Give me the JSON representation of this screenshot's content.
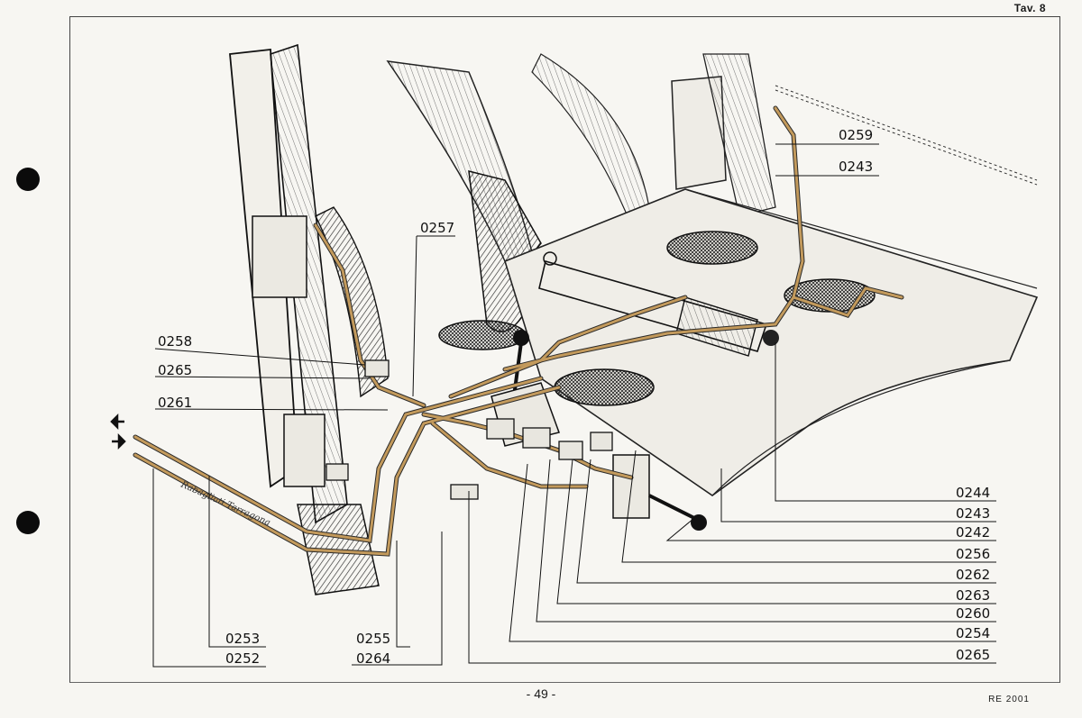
{
  "plate": "Tav. 8",
  "page_number": "- 49 -",
  "doc_ref": "RE 2001",
  "signature": "Rabagliati Tarragona",
  "callouts": {
    "c0259": "0259",
    "c0243_top": "0243",
    "c0257": "0257",
    "c0258": "0258",
    "c0265_left": "0265",
    "c0261": "0261",
    "c0244": "0244",
    "c0243_right": "0243",
    "c0242": "0242",
    "c0256": "0256",
    "c0262": "0262",
    "c0263": "0263",
    "c0260": "0260",
    "c0254": "0254",
    "c0265_bottom": "0265",
    "c0253": "0253",
    "c0252": "0252",
    "c0255": "0255",
    "c0264": "0264"
  },
  "colors": {
    "pipe": "#b88a4a",
    "ink": "#1a1a1a",
    "paper": "#f7f6f2"
  },
  "icons": [
    "punch-hole",
    "flow-arrow"
  ]
}
